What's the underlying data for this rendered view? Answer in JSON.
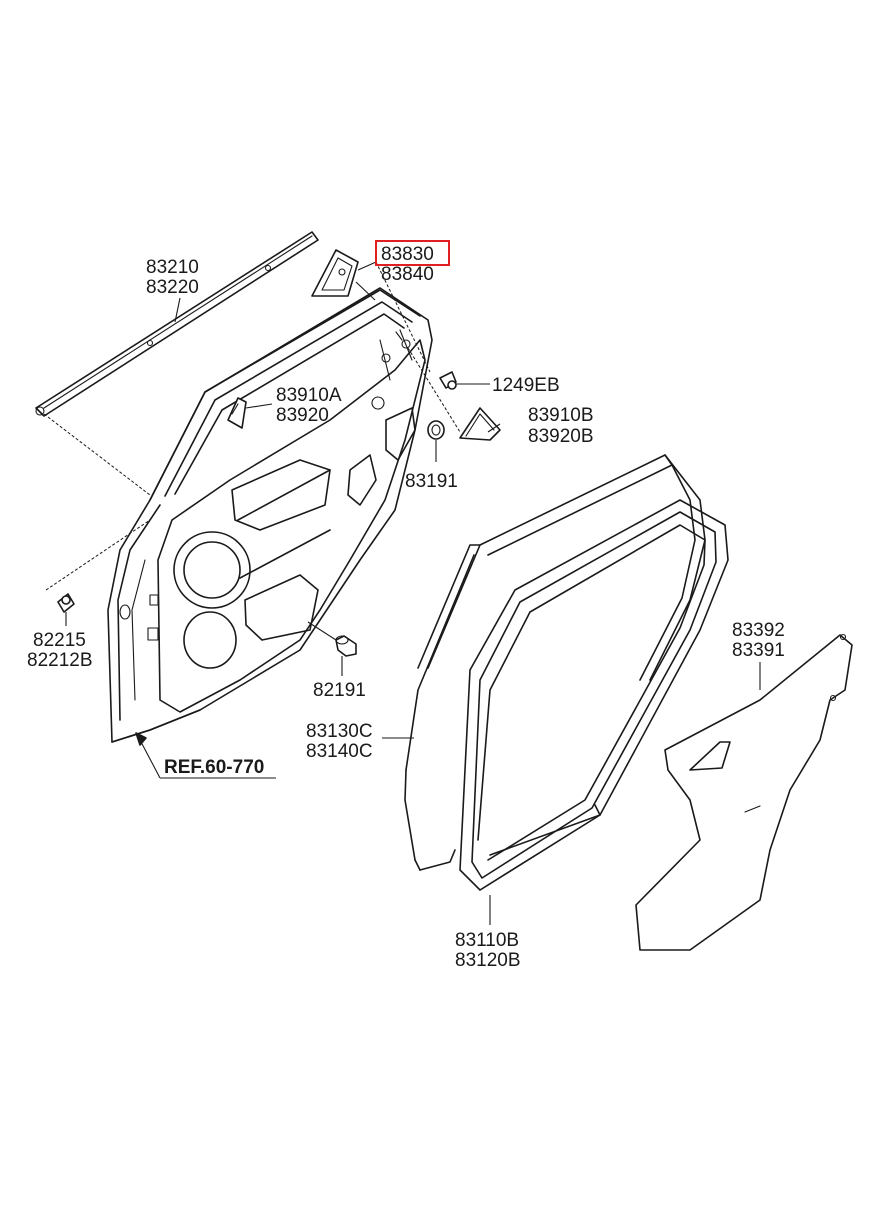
{
  "colors": {
    "line": "#1a1a1a",
    "highlight": "#e02020",
    "background": "#ffffff"
  },
  "labels": {
    "p83210": "83210",
    "p83220": "83220",
    "p83830": "83830",
    "p83840": "83840",
    "p1249EB": "1249EB",
    "p83910A": "83910A",
    "p83920": "83920",
    "p83910B": "83910B",
    "p83920B": "83920B",
    "p83191": "83191",
    "p82215": "82215",
    "p82212B": "82212B",
    "p82191": "82191",
    "p83130C": "83130C",
    "p83140C": "83140C",
    "p83392": "83392",
    "p83391": "83391",
    "p83110B": "83110B",
    "p83120B": "83120B",
    "ref": "REF.60-770"
  },
  "highlighted_part": "83830"
}
